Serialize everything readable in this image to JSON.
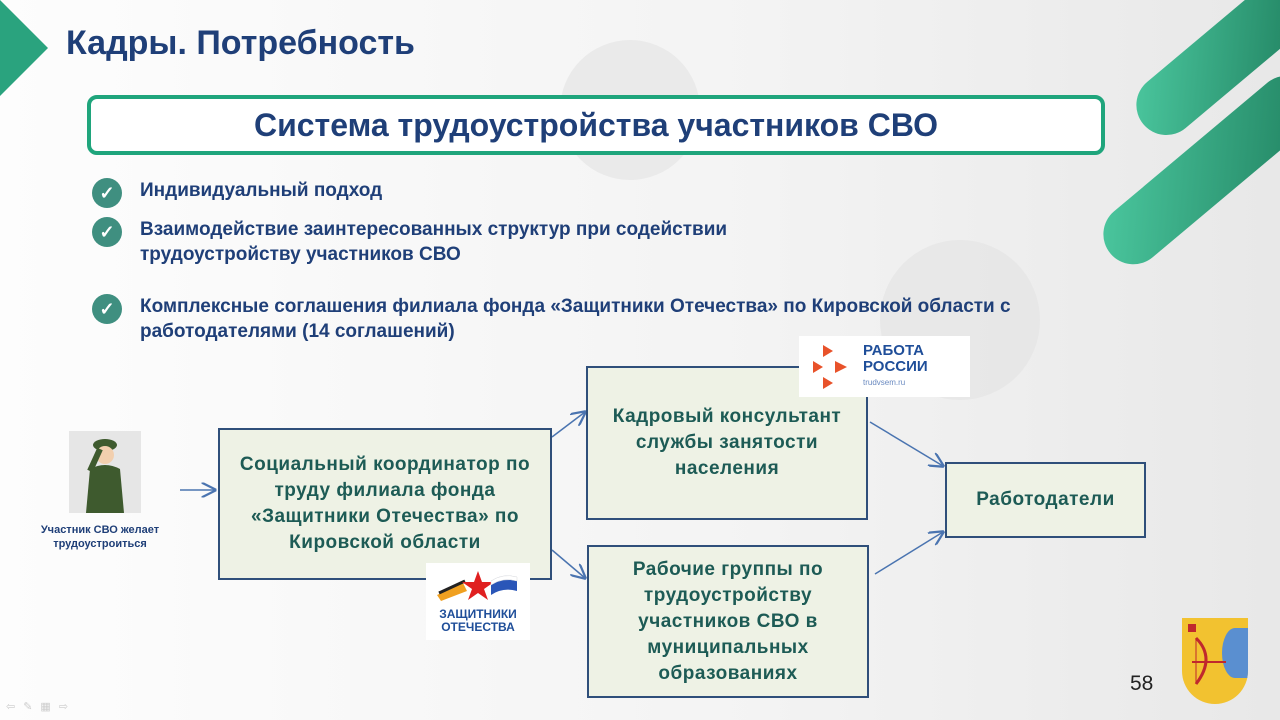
{
  "header": {
    "title": "Кадры. Потребность"
  },
  "banner": {
    "title": "Система трудоустройства участников СВО"
  },
  "bullets": [
    "Индивидуальный подход",
    "Взаимодействие заинтересованных структур при содействии трудоустройству участников СВО",
    "Комплексные соглашения филиала фонда «Защитники Отечества» по Кировской области с работодателями (14 соглашений)"
  ],
  "diagram": {
    "participant_caption": "Участник СВО желает трудоустроиться",
    "coordinator": "Социальный координатор по труду филиала фонда «Защитники Отечества» по Кировской области",
    "consultant": "Кадровый консультант службы занятости населения",
    "working_groups": "Рабочие группы по трудоустройству участников СВО в муниципальных образованиях",
    "employers": "Работодатели"
  },
  "logos": {
    "rabota_line1": "РАБОТА",
    "rabota_line2": "РОССИИ",
    "rabota_url": "trudvsem.ru",
    "zashchitniki_line1": "ЗАЩИТНИКИ",
    "zashchitniki_line2": "ОТЕЧЕСТВА"
  },
  "page_number": "58",
  "colors": {
    "accent": "#1fa57c",
    "title": "#1f3f78",
    "box_text": "#1d5b55"
  }
}
